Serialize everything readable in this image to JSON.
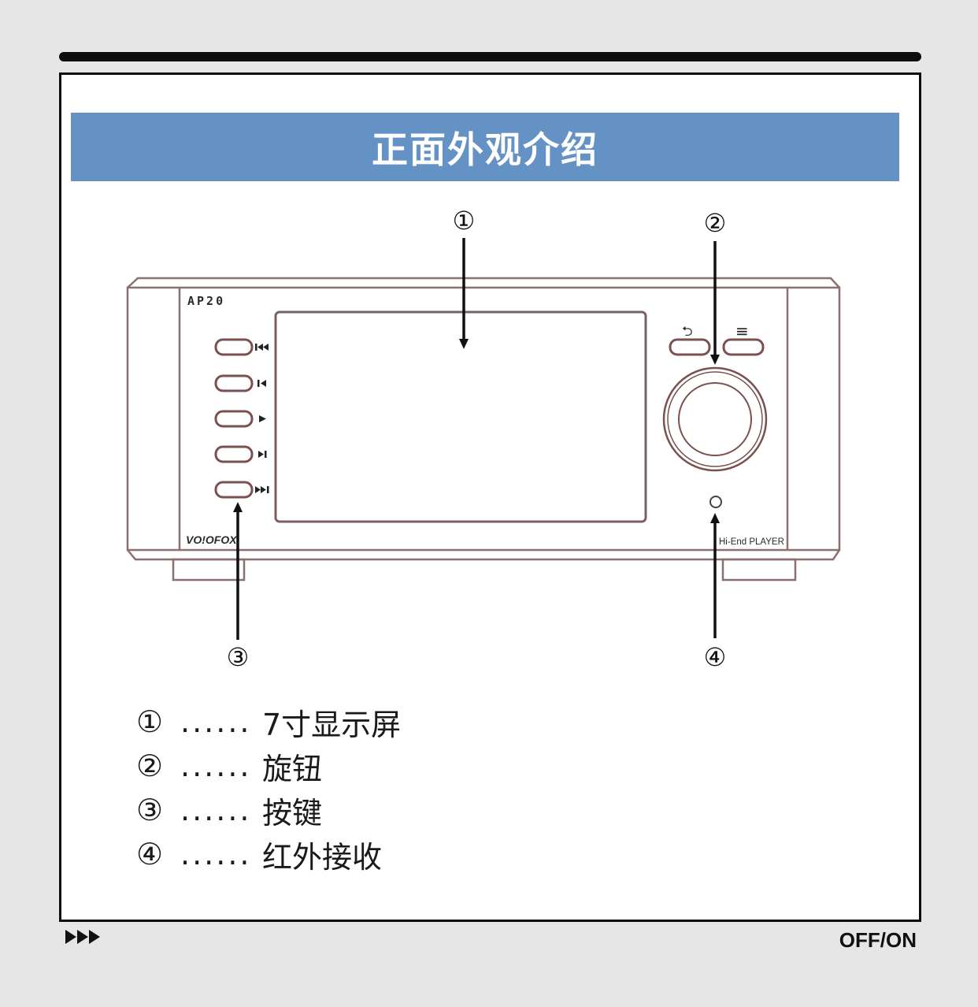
{
  "title": "正面外观介绍",
  "device": {
    "model": "AP20",
    "brand": "VO!OFOX",
    "tagline": "Hi-End PLAYER",
    "back_symbol": "⮌",
    "menu_symbol": "≡"
  },
  "callouts": [
    {
      "number": "①"
    },
    {
      "number": "②"
    },
    {
      "number": "③"
    },
    {
      "number": "④"
    }
  ],
  "legend": [
    {
      "number": "①",
      "dots": "......",
      "label": "7寸显示屏"
    },
    {
      "number": "②",
      "dots": "......",
      "label": "旋钮"
    },
    {
      "number": "③",
      "dots": "......",
      "label": "按键"
    },
    {
      "number": "④",
      "dots": "......",
      "label": "红外接收"
    }
  ],
  "footer": {
    "right_text": "OFF/ON"
  },
  "colors": {
    "banner": "#6592c4",
    "frame": "#0d0d0d",
    "device_line": "#8a7070"
  }
}
